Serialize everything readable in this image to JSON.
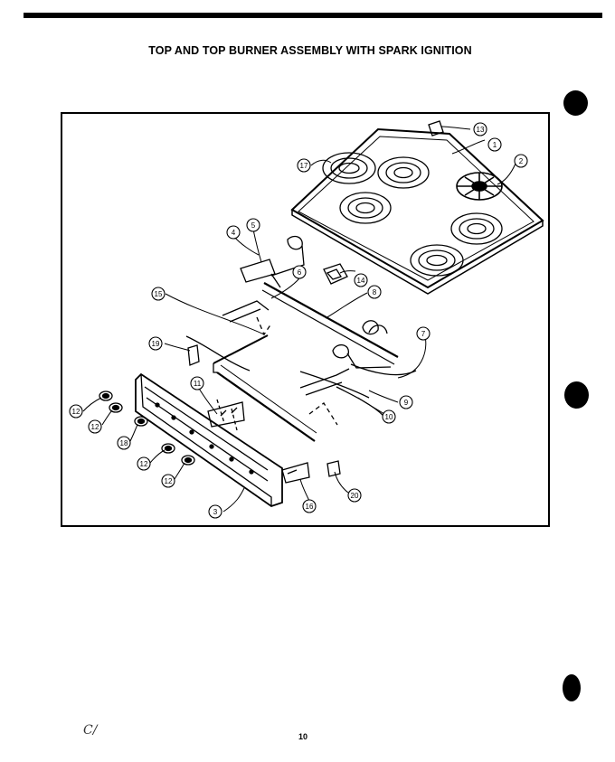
{
  "page_title": "TOP AND TOP BURNER ASSEMBLY WITH SPARK IGNITION",
  "page_number": "10",
  "margin_note": "C/",
  "callouts": [
    "1",
    "2",
    "3",
    "4",
    "5",
    "6",
    "7",
    "8",
    "9",
    "10",
    "11",
    "12",
    "12",
    "12",
    "12",
    "13",
    "14",
    "15",
    "16",
    "17",
    "18",
    "19",
    "20"
  ]
}
